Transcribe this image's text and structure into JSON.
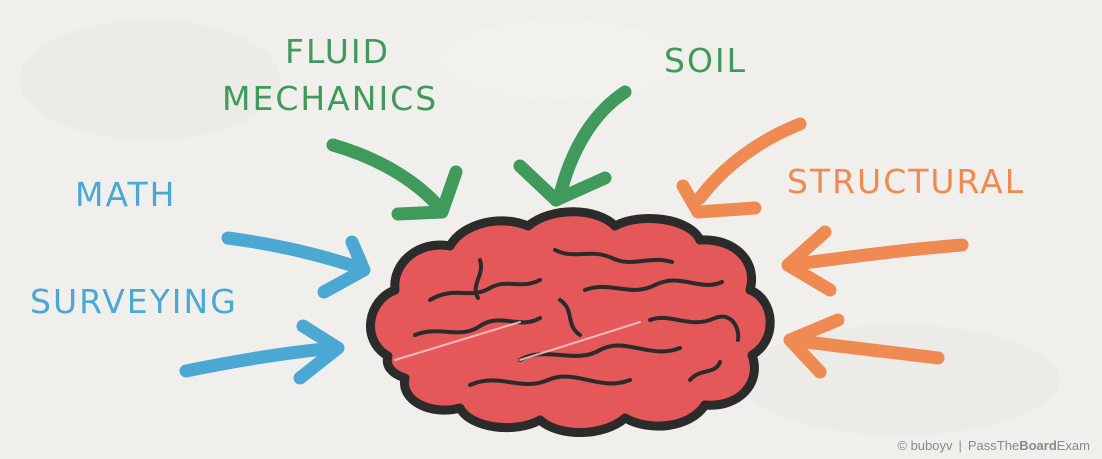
{
  "topics": {
    "fluid_line1": "FLUID",
    "fluid_line2": "MECHANICS",
    "soil": "SOIL",
    "math": "MATH",
    "structural": "STRUCTURAL",
    "surveying": "SURVEYING"
  },
  "credit": {
    "author": "© buboyv",
    "separator": "|",
    "site_part1": "Pass",
    "site_part2": "The",
    "site_part3": "Board",
    "site_part4": "Exam"
  },
  "colors": {
    "background": "#f0efec",
    "blue": "#4ba8d3",
    "green": "#3f9a5c",
    "orange": "#ee8a52",
    "brain_fill": "#e4585a",
    "brain_outline": "#2b2b2b"
  },
  "icons": {
    "brain": "brain-illustration",
    "arrows": "arrow-icon"
  }
}
